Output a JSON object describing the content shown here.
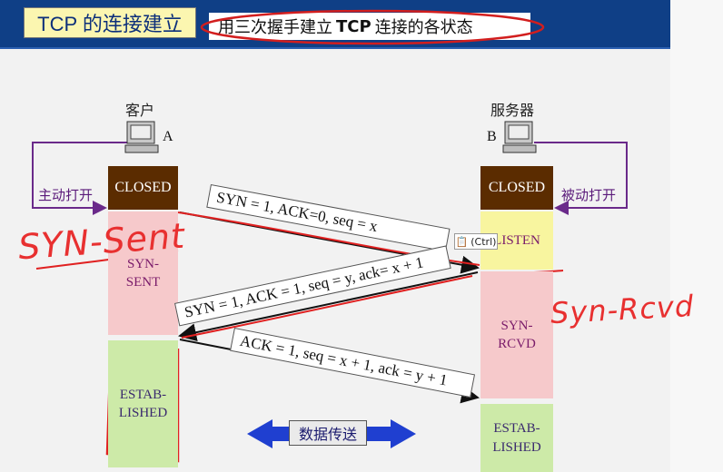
{
  "header": {
    "title": "TCP 的连接建立",
    "subtitle_prefix": "用三次握手建立",
    "subtitle_bold": "TCP",
    "subtitle_suffix": "连接的各状态"
  },
  "client": {
    "label": "客户",
    "letter": "A",
    "action": "主动打开",
    "states": [
      "CLOSED",
      "SYN-SENT",
      "ESTAB-LISHED"
    ]
  },
  "server": {
    "label": "服务器",
    "letter": "B",
    "action": "被动打开",
    "states": [
      "CLOSED",
      "LISTEN",
      "SYN-RCVD",
      "ESTAB-LISHED"
    ]
  },
  "messages": [
    "SYN = 1, ACK=0,   seq = x",
    "SYN = 1, ACK = 1, seq = y, ack= x + 1",
    "ACK = 1, seq = x + 1, ack = y + 1"
  ],
  "data_transfer": "数据传送",
  "paste_button": "(Ctrl)",
  "annotations": {
    "syn_sent": "SYN-Sent",
    "syn_rcvd": "Syn-Rcvd"
  },
  "colors": {
    "header_bg": "#0f3f86",
    "title_box_bg": "#fbf6b0",
    "closed_bg": "#5b2c00",
    "pink_state": "#f6c9cb",
    "green_state": "#cdeaa8",
    "yellow_state": "#f8f59f",
    "handwriting": "#e83030",
    "arrow_blue": "#1f3fd0",
    "loop_purple": "#6a2a8a"
  }
}
